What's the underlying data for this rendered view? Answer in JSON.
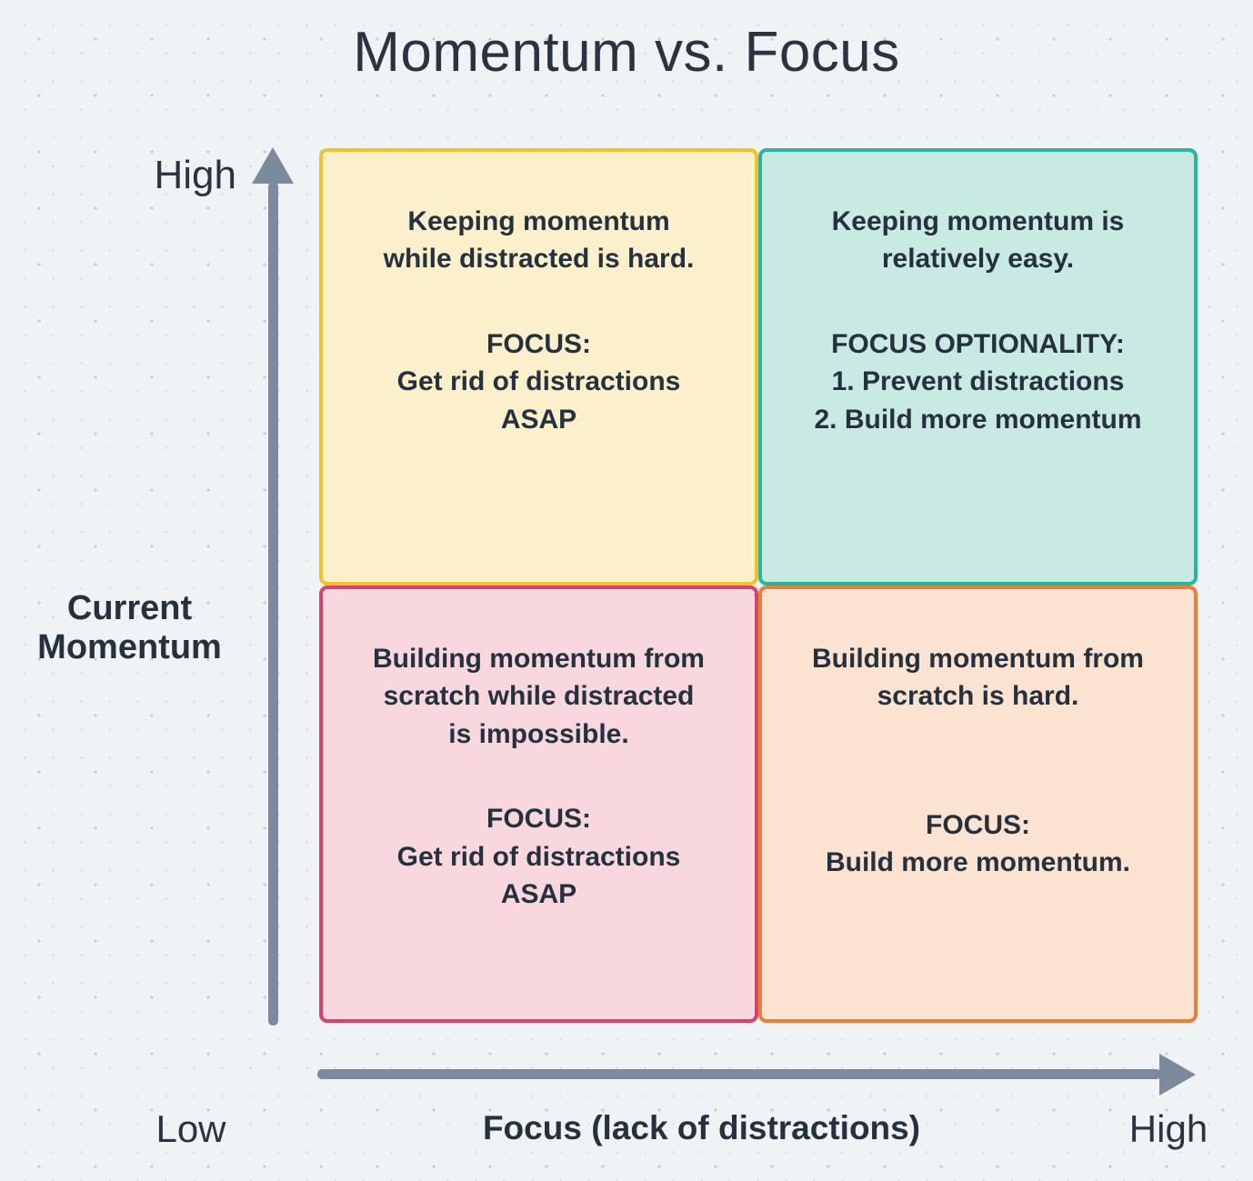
{
  "title": "Momentum vs. Focus",
  "axes": {
    "y": {
      "high_label": "High",
      "title": "Current\nMomentum",
      "arrow_icon": "arrow-up-icon"
    },
    "x": {
      "low_label": "Low",
      "title": "Focus (lack of distractions)",
      "high_label": "High",
      "arrow_icon": "arrow-right-icon"
    }
  },
  "quadrants": [
    {
      "id": "high-momentum-low-focus",
      "headline": "Keeping momentum\nwhile distracted is hard.",
      "action": "FOCUS:\nGet rid of distractions\nASAP",
      "fill": "#FBF0CB",
      "border": "#F2C12E"
    },
    {
      "id": "high-momentum-high-focus",
      "headline": "Keeping momentum is\nrelatively easy.",
      "action": "FOCUS OPTIONALITY:\n1. Prevent distractions\n2. Build more momentum",
      "fill": "#C8EAE3",
      "border": "#2AB5A0"
    },
    {
      "id": "low-momentum-low-focus",
      "headline": "Building momentum from\nscratch while distracted\nis impossible.",
      "action": "FOCUS:\nGet rid of distractions\nASAP",
      "fill": "#F8D7DF",
      "border": "#D6436A"
    },
    {
      "id": "low-momentum-high-focus",
      "headline": "Building momentum from\nscratch is hard.",
      "action": "FOCUS:\nBuild more momentum.",
      "fill": "#FBE2D1",
      "border": "#E4823C"
    }
  ],
  "colors": {
    "background": "#F0F3F6",
    "text": "#2A3441",
    "arrow": "#7B8A9C"
  }
}
